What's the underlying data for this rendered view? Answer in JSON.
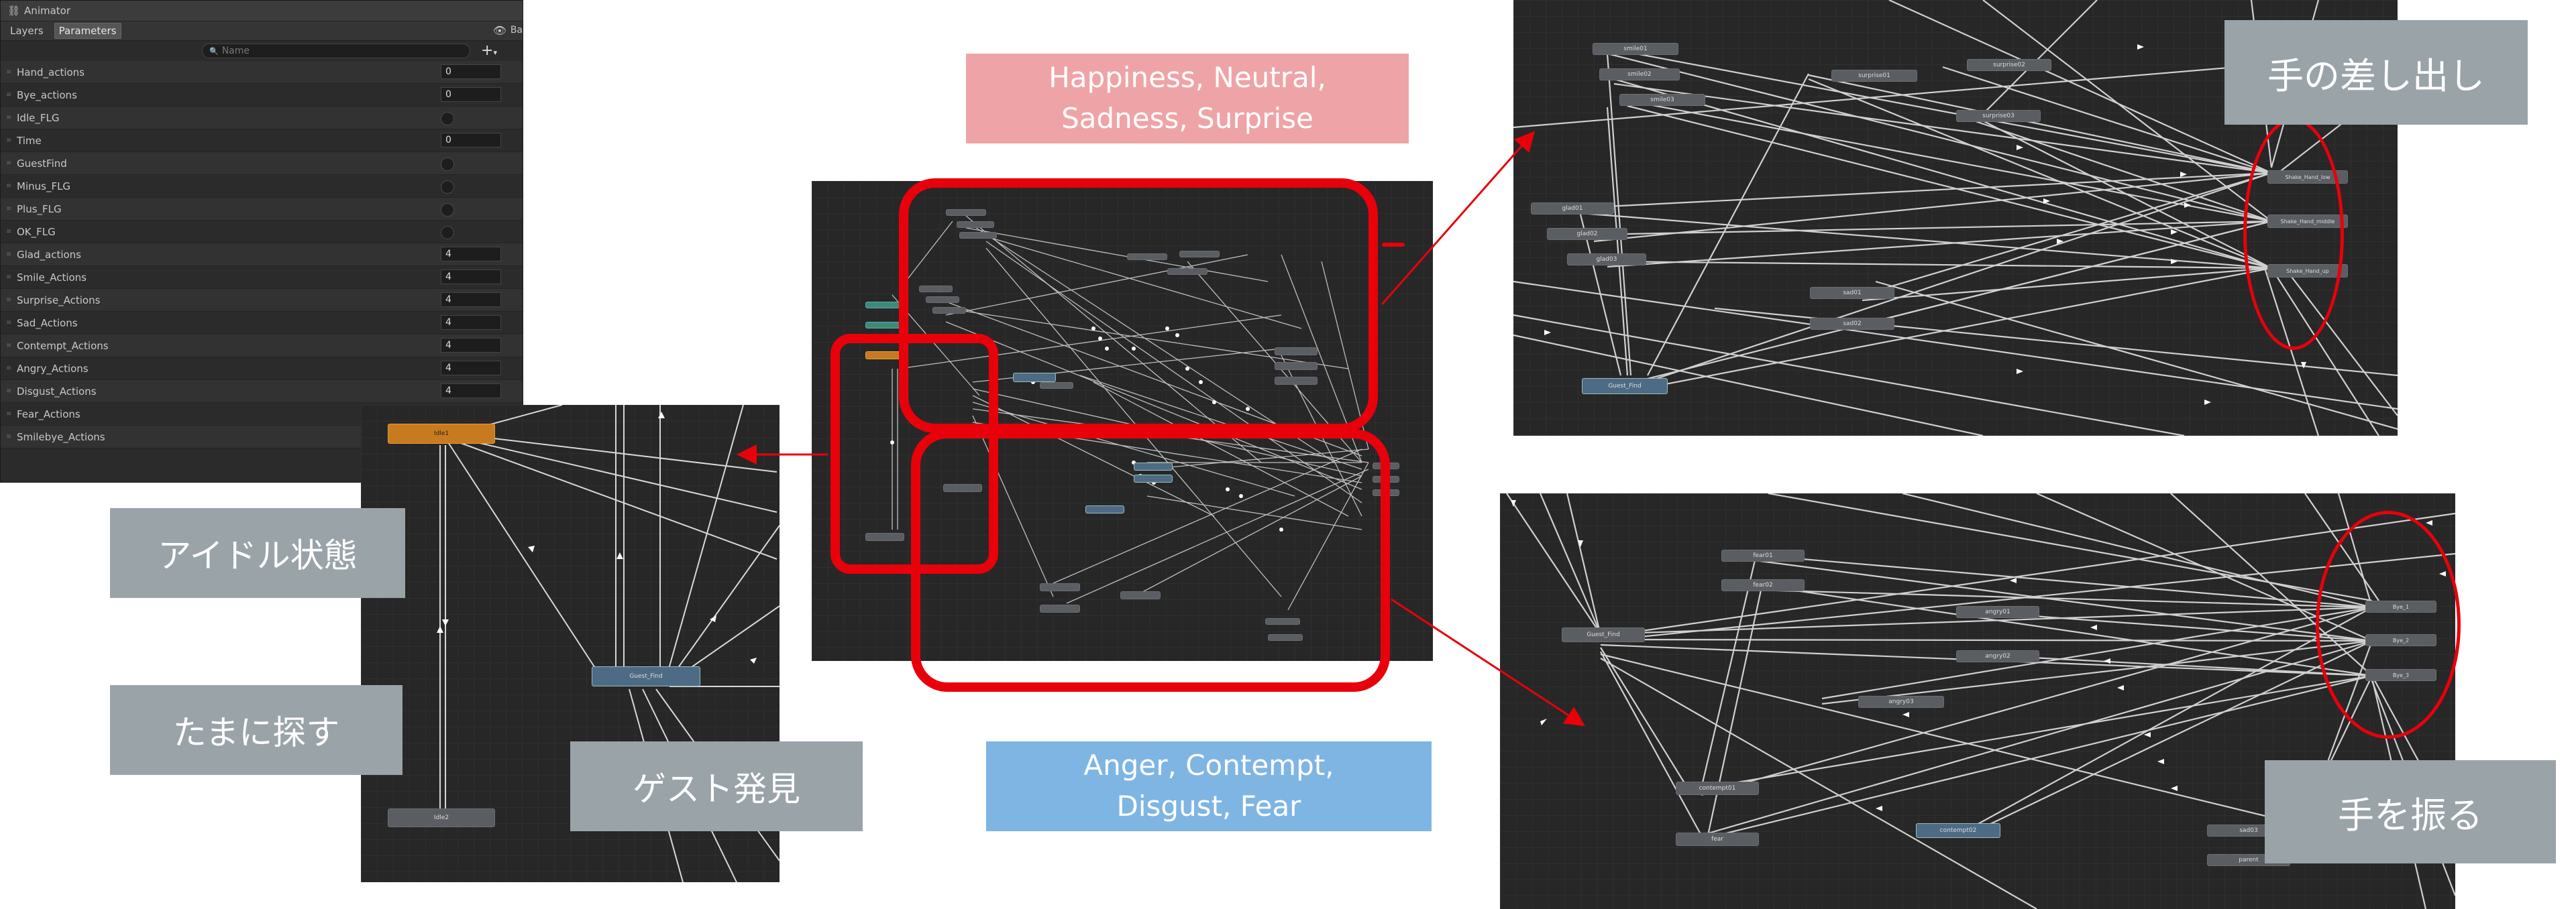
{
  "animator": {
    "title": "Animator",
    "tabs": [
      "Layers",
      "Parameters"
    ],
    "active_tab": "Parameters",
    "base_layer_cut": "Ba",
    "search_placeholder": "Name",
    "add_label": "+",
    "parameters": [
      {
        "name": "Hand_actions",
        "type": "int",
        "value": "0"
      },
      {
        "name": "Bye_actions",
        "type": "int",
        "value": "0"
      },
      {
        "name": "Idle_FLG",
        "type": "bool",
        "value": ""
      },
      {
        "name": "Time",
        "type": "int",
        "value": "0"
      },
      {
        "name": "GuestFind",
        "type": "bool",
        "value": ""
      },
      {
        "name": "Minus_FLG",
        "type": "bool",
        "value": ""
      },
      {
        "name": "Plus_FLG",
        "type": "bool",
        "value": ""
      },
      {
        "name": "OK_FLG",
        "type": "bool",
        "value": ""
      },
      {
        "name": "Glad_actions",
        "type": "int",
        "value": "4"
      },
      {
        "name": "Smile_Actions",
        "type": "int",
        "value": "4"
      },
      {
        "name": "Surprise_Actions",
        "type": "int",
        "value": "4"
      },
      {
        "name": "Sad_Actions",
        "type": "int",
        "value": "4"
      },
      {
        "name": "Contempt_Actions",
        "type": "int",
        "value": "4"
      },
      {
        "name": "Angry_Actions",
        "type": "int",
        "value": "4"
      },
      {
        "name": "Disgust_Actions",
        "type": "int",
        "value": "4"
      },
      {
        "name": "Fear_Actions",
        "type": "int",
        "value": "4"
      },
      {
        "name": "Smilebye_Actions",
        "type": "int",
        "value": "4"
      }
    ]
  },
  "idle_graph": {
    "nodes": {
      "idle1": "Idle1",
      "idle2": "Idle2",
      "guest_find": "Guest_Find"
    }
  },
  "right_top_graph": {
    "nodes": [
      "smile01",
      "smile02",
      "smile03",
      "surprise01",
      "surprise02",
      "surprise03",
      "glad01",
      "glad02",
      "glad03",
      "sad01",
      "sad02",
      "Guest_Find",
      "Shake_Hand_low",
      "Shake_Hand_middle",
      "Shake_Hand_up"
    ]
  },
  "right_bottom_graph": {
    "nodes": [
      "fear01",
      "fear02",
      "Guest_Find",
      "angry01",
      "angry02",
      "angry03",
      "contempt01",
      "fear",
      "sad03",
      "contempt02",
      "Bye_1",
      "Bye_2",
      "Bye_3",
      "parent"
    ]
  },
  "labels": {
    "idle_state": "アイドル状態",
    "search_sometimes": "たまに探す",
    "guest_found": "ゲスト発見",
    "hand_out": "手の差し出し",
    "wave_hand": "手を振る"
  },
  "categories": {
    "positive": "Happiness, Neutral,\nSadness, Surprise",
    "negative": "Anger, Contempt,\nDisgust, Fear"
  },
  "colors": {
    "positive_box": "#eea4a6",
    "negative_box": "#7fb5e2",
    "label_box": "#9aa3a8",
    "highlight_red": "#e8000b",
    "state_orange": "#c87a1e"
  }
}
